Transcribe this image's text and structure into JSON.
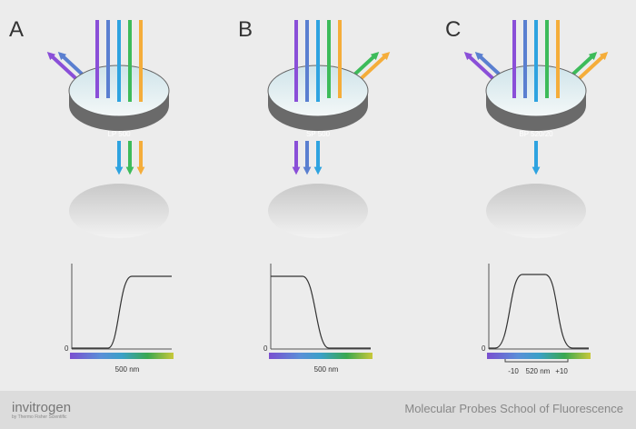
{
  "panels": [
    {
      "letter": "A",
      "filter": "LP 500",
      "axis_zero": "0",
      "wavelength_label": "500 nm"
    },
    {
      "letter": "B",
      "filter": "SP 500",
      "axis_zero": "0",
      "wavelength_label": "500 nm"
    },
    {
      "letter": "C",
      "filter": "BP 520/20",
      "axis_zero": "0",
      "wavelength_label": "520 nm",
      "minus": "-10",
      "plus": "+10"
    }
  ],
  "colors": {
    "violet": "#8a4fd8",
    "blue": "#5a7fd0",
    "cyan": "#2ea3e0",
    "green": "#3dbb5a",
    "orange": "#f5ad3a"
  },
  "footer": {
    "logo": "invitrogen",
    "logo_sub": "by Thermo Fisher Scientific",
    "credit": "Molecular Probes School of Fluorescence"
  }
}
